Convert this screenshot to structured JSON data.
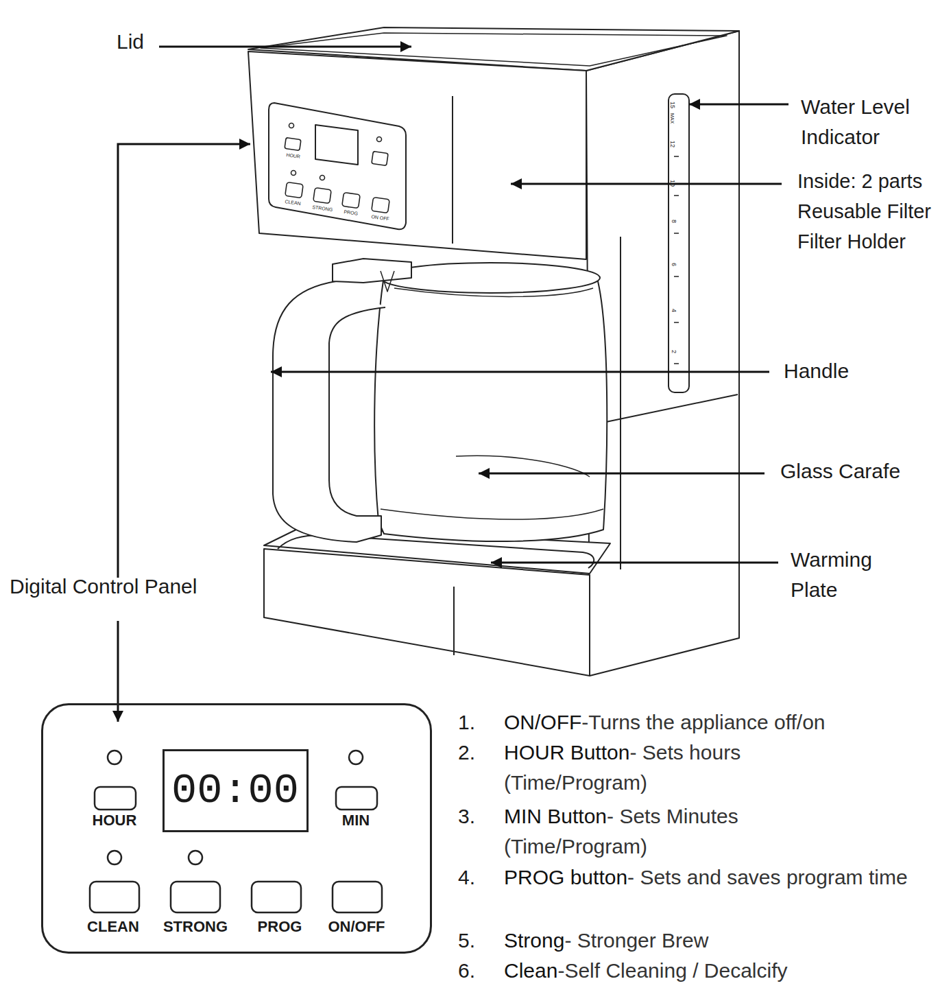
{
  "diagram": {
    "nodes": [
      {
        "text": [
          "HOUR",
          "MIN",
          "CLEAN",
          "STRONG",
          "PROG",
          "ON/OFF"
        ]
      },
      {
        "text": [
          "00:00"
        ],
        "in": 0
      }
    ],
    "labels": [
      "Lid",
      "Water Level Indicator",
      "Inside: 2 parts",
      "Reusable Filter",
      "Filter Holder",
      "Handle",
      "Glass Carafe",
      "Warming Plate",
      "Digital Control Panel",
      "HOUR",
      "CLEAN",
      "STRONG",
      "PROG",
      "ON OFF",
      "15",
      "MAX",
      "12",
      "10",
      "8",
      "6",
      "4",
      "2",
      "1.",
      "ON/OFF",
      "-Turns the appliance off/on",
      "2.",
      "HOUR Button",
      "- Sets hours (Time/Program)",
      "3.",
      "MIN Button",
      "- Sets Minutes (Time/Program)",
      "4.",
      "PROG button",
      "- Sets and saves program time",
      "5.",
      "Strong",
      "- Stronger Brew",
      "6.",
      "Clean",
      "-Self Cleaning / Decalcify"
    ]
  }
}
